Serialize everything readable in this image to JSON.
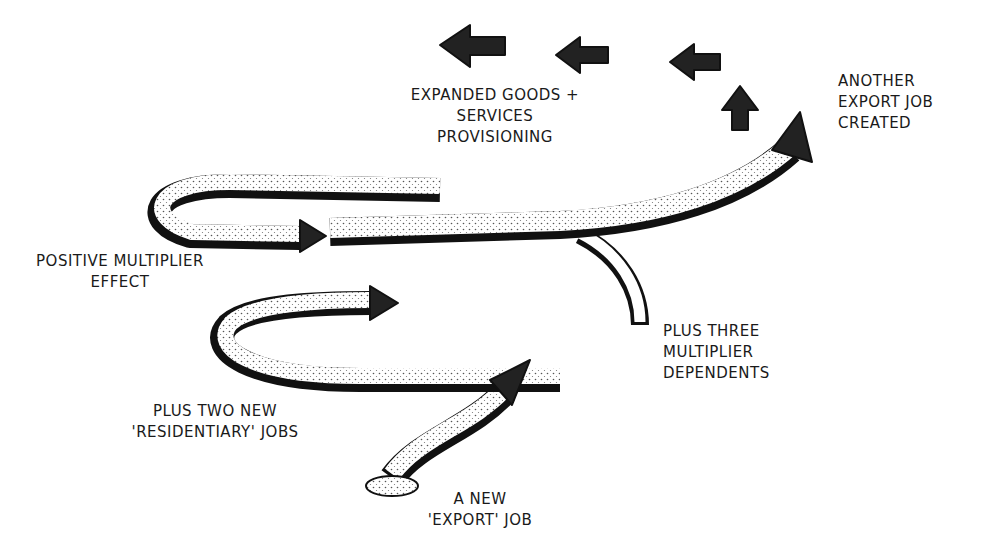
{
  "diagram": {
    "labels": [
      "EXPANDED GOODS + SERVICES PROVISIONING",
      "ANOTHER EXPORT JOB CREATED",
      "POSITIVE MULTIPLIER EFFECT",
      "PLUS THREE MULTIPLIER DEPENDENTS",
      "PLUS TWO NEW 'RESIDENTIARY' JOBS",
      "A NEW 'EXPORT' JOB"
    ]
  }
}
